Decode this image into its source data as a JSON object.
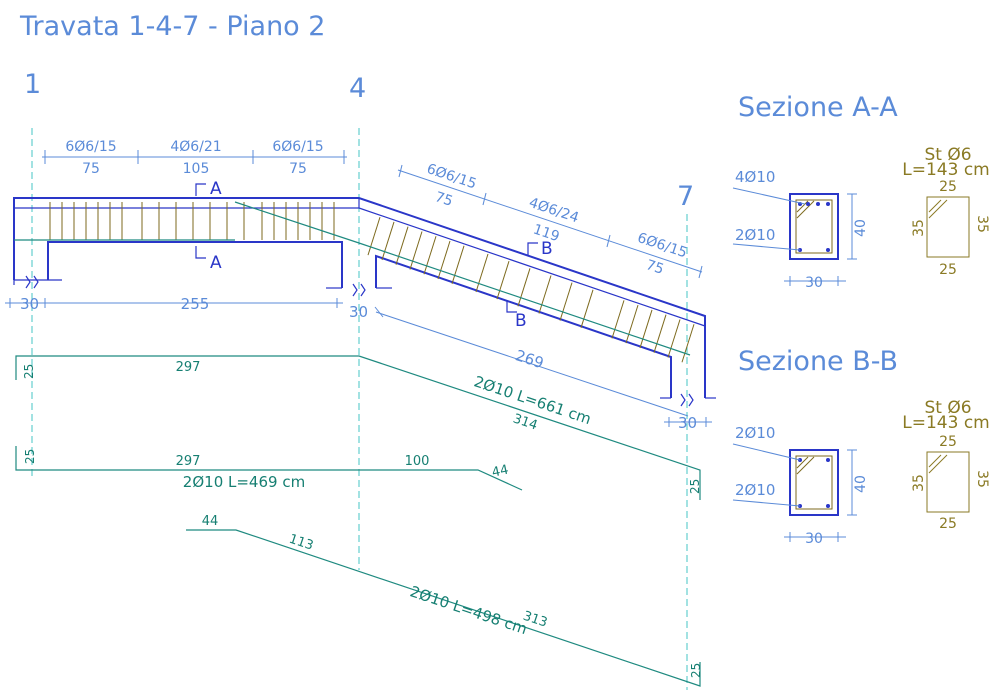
{
  "title": "Travata 1-4-7 - Piano 2",
  "axes": [
    "1",
    "4",
    "7"
  ],
  "stirrup_spans": [
    {
      "label": "6Ø6/15",
      "length": "75"
    },
    {
      "label": "4Ø6/21",
      "length": "105"
    },
    {
      "label": "6Ø6/15",
      "length": "75"
    },
    {
      "label": "6Ø6/15",
      "length": "75"
    },
    {
      "label": "4Ø6/24",
      "length": "119"
    },
    {
      "label": "6Ø6/15",
      "length": "75"
    }
  ],
  "supports": {
    "s1": "30",
    "span1": "255",
    "s4": "30",
    "span2": "269",
    "s7": "30"
  },
  "cut_labels": {
    "a": "A",
    "b": "B"
  },
  "bars": {
    "bar1": {
      "label": "2Ø10 L=661 cm",
      "seg1": "297",
      "seg2": "314",
      "hook": "25"
    },
    "bar2": {
      "label": "2Ø10 L=469 cm",
      "seg1": "297",
      "seg2": "100",
      "seg3": "44",
      "hook": "25",
      "hook2": "25"
    },
    "bar3": {
      "label": "2Ø10 L=498 cm",
      "seg1": "44",
      "seg2": "113",
      "seg3": "313",
      "hook": "25"
    }
  },
  "sections": [
    {
      "title": "Sezione A-A",
      "top_bars": "4Ø10",
      "bottom_bars": "2Ø10",
      "height": "40",
      "width": "30",
      "stirrup_title": "St Ø6",
      "stirrup_length": "L=143 cm",
      "stirrup_top": "25",
      "stirrup_bottom": "25",
      "stirrup_left": "35",
      "stirrup_right": "35"
    },
    {
      "title": "Sezione B-B",
      "top_bars": "2Ø10",
      "bottom_bars": "2Ø10",
      "height": "40",
      "width": "30",
      "stirrup_title": "St Ø6",
      "stirrup_length": "L=143 cm",
      "stirrup_top": "25",
      "stirrup_bottom": "25",
      "stirrup_left": "35",
      "stirrup_right": "35"
    }
  ],
  "colors": {
    "title": "#5b8bd8",
    "beam": "#2a36c8",
    "rebar": "#1f8a80",
    "stirrup": "#8a7a24",
    "axis": "#46c4c4"
  }
}
